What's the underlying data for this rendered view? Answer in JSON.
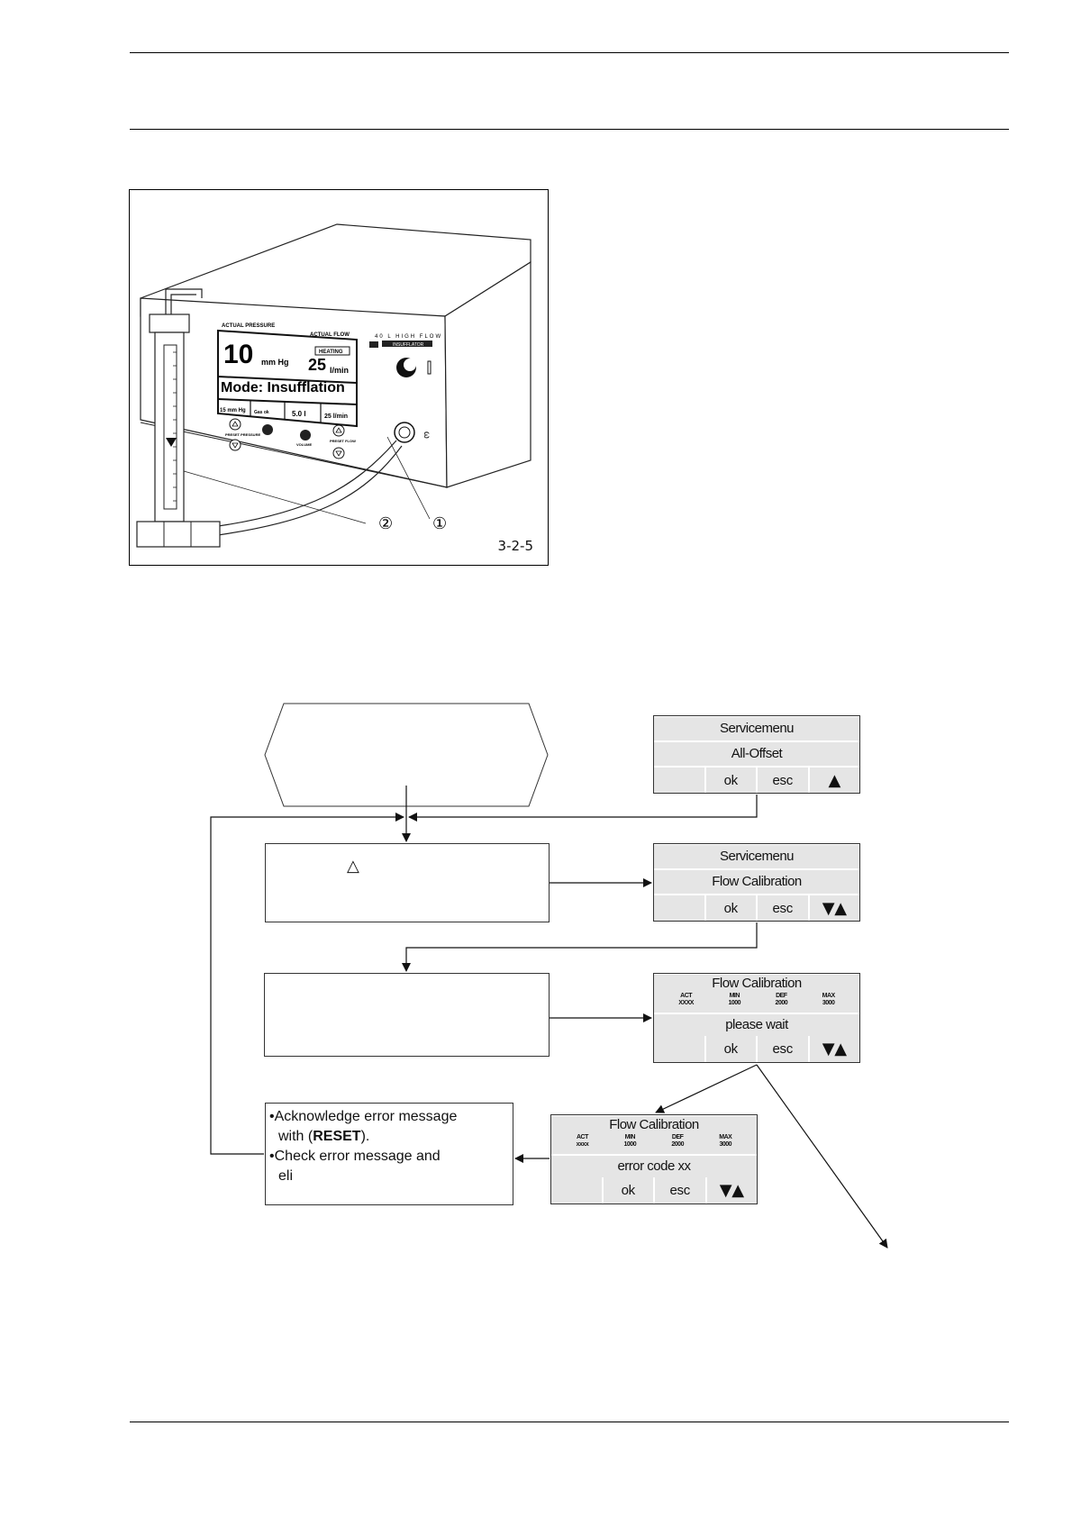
{
  "figure": {
    "id": "3-2-5",
    "callouts": [
      "①",
      "②"
    ],
    "device": {
      "actual_pressure_label": "ACTUAL PRESSURE",
      "actual_flow_label": "ACTUAL FLOW",
      "pressure_value": "10",
      "pressure_unit": "mm Hg",
      "heating_label": "HEATING",
      "flow_value": "25",
      "flow_unit": "l/min",
      "mode_text": "Mode: Insufflation",
      "preset_pressure": "15 mm Hg",
      "gas_status": "Gas ok",
      "volume": "5.0 l",
      "preset_flow": "25 l/min",
      "brand_text": "40 L HIGH FLOW",
      "subtitle": "INSUFFLATOR",
      "btn_preset_pressure": "PRESET PRESSURE",
      "btn_volume": "VOLUME",
      "btn_preset_flow": "PRESET FLOW"
    }
  },
  "flow": {
    "step1_symbol": "△",
    "error_steps": {
      "line1a": "Acknowledge error message",
      "line1b": "with (",
      "line1c": "RESET",
      "line1d": ").",
      "line2a": "Check error message and",
      "line2b": "eli"
    }
  },
  "screens": {
    "s1": {
      "title": "Servicemenu",
      "line2": "All-Offset",
      "ok": "ok",
      "esc": "esc",
      "arrows": "▲"
    },
    "s2": {
      "title": "Servicemenu",
      "line2": "Flow Calibration",
      "ok": "ok",
      "esc": "esc",
      "arrows": "▼▲"
    },
    "s3": {
      "title": "Flow Calibration",
      "h1": "ACT",
      "h2": "MIN",
      "h3": "DEF",
      "h4": "MAX",
      "v1": "XXXX",
      "v2": "1000",
      "v3": "2000",
      "v4": "3000",
      "line2": "please wait",
      "ok": "ok",
      "esc": "esc",
      "arrows": "▼▲"
    },
    "s4": {
      "title": "Flow Calibration",
      "h1": "ACT",
      "h2": "MIN",
      "h3": "DEF",
      "h4": "MAX",
      "v1": "xxxx",
      "v2": "1000",
      "v3": "2000",
      "v4": "3000",
      "line2": "error code xx",
      "ok": "ok",
      "esc": "esc",
      "arrows": "▼▲"
    }
  }
}
